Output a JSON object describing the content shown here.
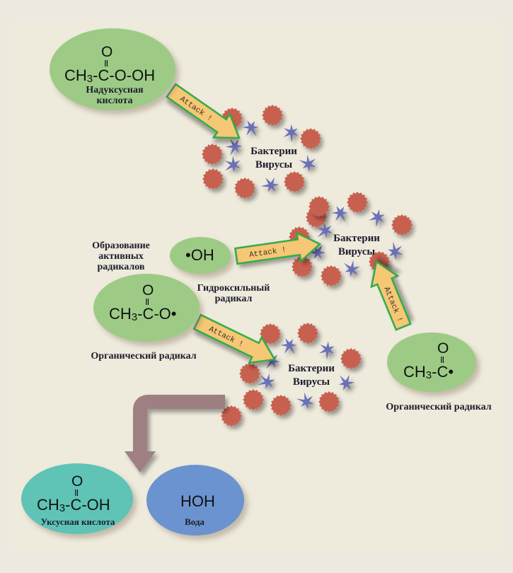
{
  "diagram": {
    "colors": {
      "background": "#ede9df",
      "molecule_green": "#9dcb86",
      "acetic_acid_teal": "#5fc3b6",
      "water_blue": "#6b93cf",
      "bacteria_red": "#c8614f",
      "virus_blue": "#6a6fb8",
      "attack_arrow_fill": "#f6c774",
      "attack_arrow_outline": "#2eaa4a",
      "result_arrow": "#9e7f82"
    },
    "peracetic_acid": {
      "o_top": "O",
      "double_bond": "II",
      "formula_prefix": "CH",
      "formula_sub": "3",
      "formula_rest": "-C-O-OH",
      "label_line1": "Надуксусная",
      "label_line2": "кислота"
    },
    "radical_formation_label": {
      "line1": "Образование",
      "line2": "активных",
      "line3": "радикалов"
    },
    "hydroxyl_radical": {
      "formula": "•OH",
      "label_line1": "Гидроксильный",
      "label_line2": "радикал"
    },
    "acetoxy_radical": {
      "o_top": "O",
      "double_bond": "II",
      "formula_prefix": "CH",
      "formula_sub": "3",
      "formula_rest": "-C-O•",
      "label": "Органический радикал"
    },
    "acetyl_radical": {
      "o_top": "O",
      "double_bond": "II",
      "formula_prefix": "CH",
      "formula_sub": "3",
      "formula_rest": "-C•",
      "label": "Органический радикал"
    },
    "microbe_clusters": [
      {
        "line1": "Бактерии",
        "line2": "Вирусы"
      },
      {
        "line1": "Бактерии",
        "line2": "Вирусы"
      },
      {
        "line1": "Бактерии",
        "line2": "Вирусы"
      }
    ],
    "attack_arrows": [
      {
        "text": "Attack !"
      },
      {
        "text": "Attack !"
      },
      {
        "text": "Attack !"
      },
      {
        "text": "Attack !"
      }
    ],
    "products": {
      "acetic_acid": {
        "o_top": "O",
        "double_bond": "II",
        "formula_prefix": "CH",
        "formula_sub": "3",
        "formula_rest": "-C-OH",
        "label": "Уксусная кислота"
      },
      "water": {
        "formula": "HOH",
        "label": "Вода"
      }
    }
  }
}
